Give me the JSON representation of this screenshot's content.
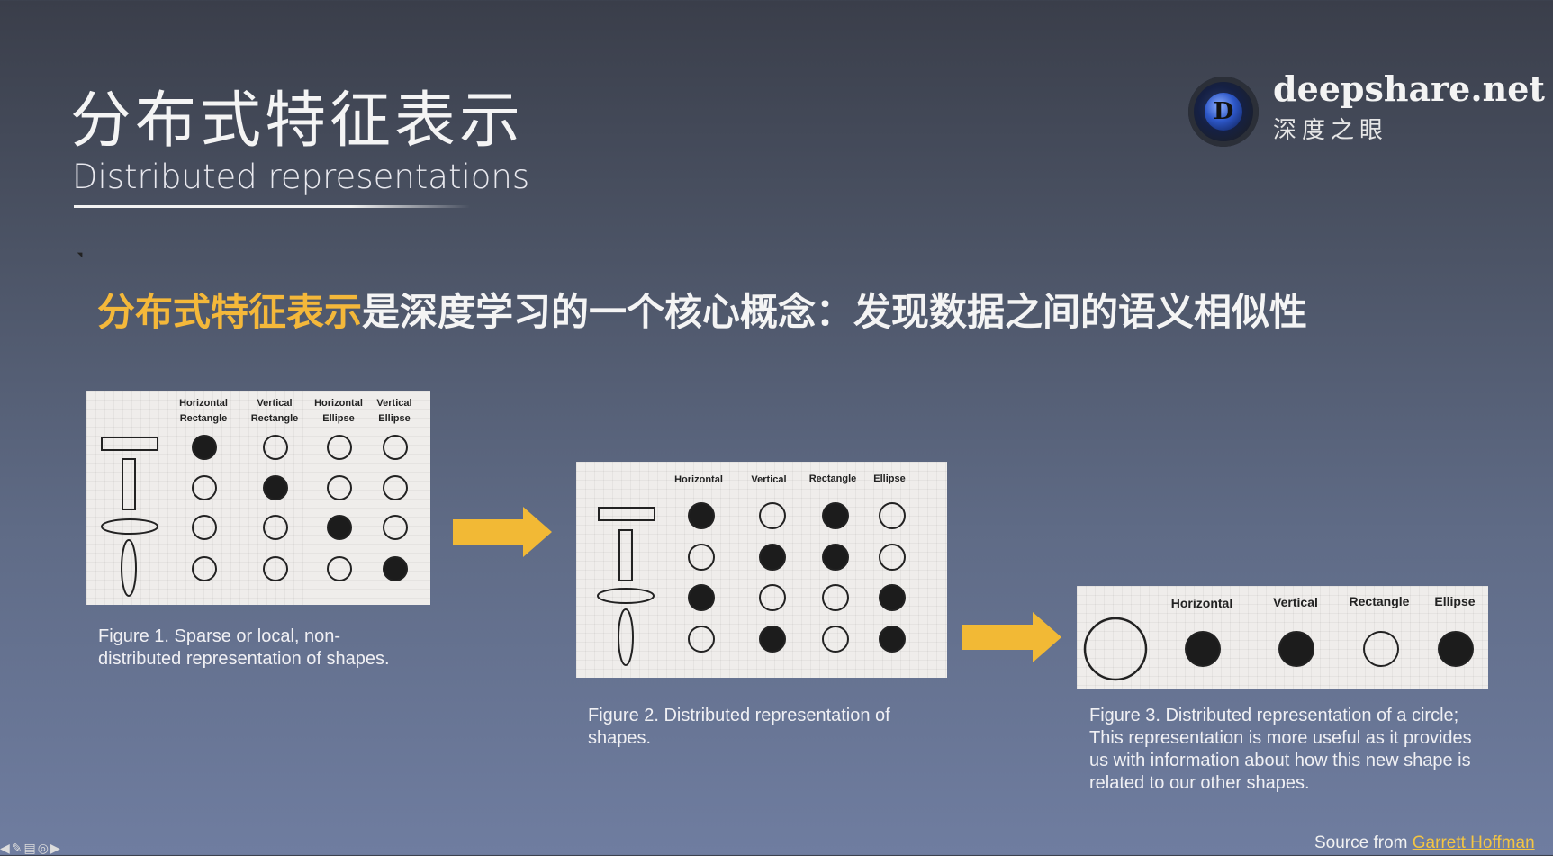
{
  "slide": {
    "title_cn": "分布式特征表示",
    "title_en": "Distributed representations",
    "headline_highlight": "分布式特征表示",
    "headline_rest": "是深度学习的一个核心概念：发现数据之间的语义相似性"
  },
  "logo": {
    "letter": "D",
    "site": "deepshare.net",
    "subtitle": "深度之眼",
    "icon": "eye-logo-icon"
  },
  "figure1": {
    "headers": [
      [
        "Horizontal",
        "Rectangle"
      ],
      [
        "Vertical",
        "Rectangle"
      ],
      [
        "Horizontal",
        "Ellipse"
      ],
      [
        "Vertical",
        "Ellipse"
      ]
    ],
    "rows": [
      [
        1,
        0,
        0,
        0
      ],
      [
        0,
        1,
        0,
        0
      ],
      [
        0,
        0,
        1,
        0
      ],
      [
        0,
        0,
        0,
        1
      ]
    ],
    "caption": "Figure 1. Sparse or local, non-distributed representation of shapes."
  },
  "figure2": {
    "headers": [
      "Horizontal",
      "Vertical",
      "Rectangle",
      "Ellipse"
    ],
    "rows": [
      [
        1,
        0,
        1,
        0
      ],
      [
        0,
        1,
        1,
        0
      ],
      [
        1,
        0,
        0,
        1
      ],
      [
        0,
        1,
        0,
        1
      ]
    ],
    "caption": "Figure 2. Distributed representation of shapes."
  },
  "figure3": {
    "headers": [
      "Horizontal",
      "Vertical",
      "Rectangle",
      "Ellipse"
    ],
    "row": [
      1,
      1,
      0,
      1
    ],
    "caption": "Figure 3. Distributed representation of a circle; This representation is more useful as it provides us with information about how this new shape is related to our other shapes."
  },
  "source": {
    "prefix": "Source from",
    "author": "Garrett Hoffman"
  },
  "colors": {
    "highlight": "#f4b83a",
    "arrow": "#f2b935",
    "link": "#f4c542"
  }
}
